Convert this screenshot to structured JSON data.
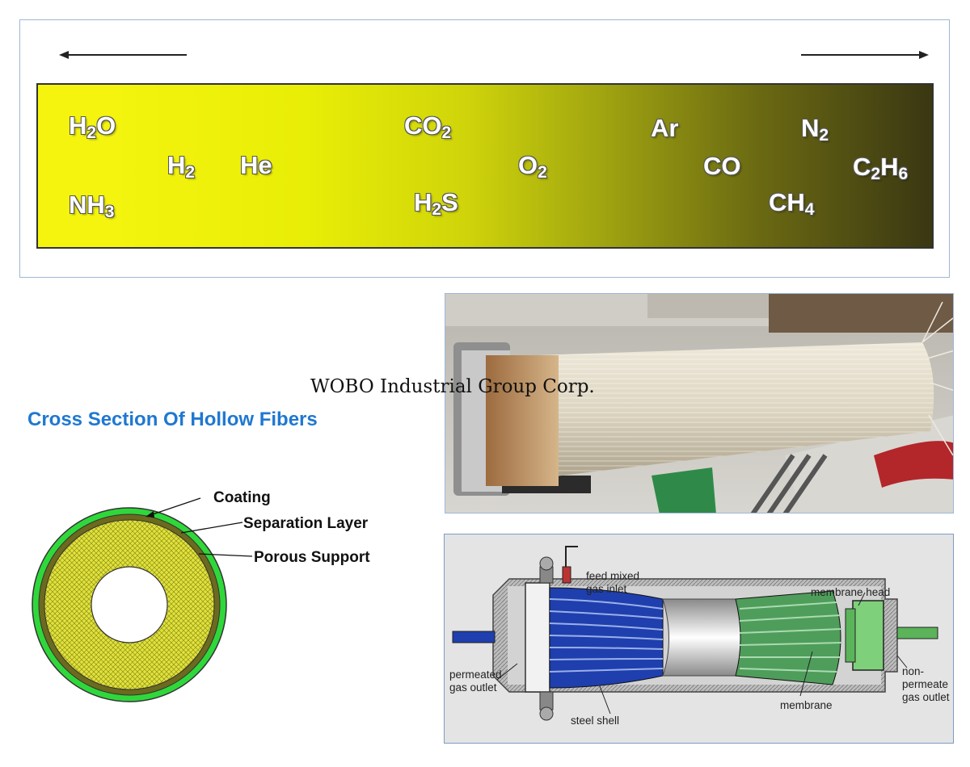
{
  "scale": {
    "gases": [
      {
        "base": "H",
        "sub": "2",
        "tail": "O"
      },
      {
        "base": "NH",
        "sub": "3",
        "tail": ""
      },
      {
        "base": "H",
        "sub": "2",
        "tail": ""
      },
      {
        "base": "He",
        "sub": "",
        "tail": ""
      },
      {
        "base": "CO",
        "sub": "2",
        "tail": ""
      },
      {
        "base": "H",
        "sub": "2",
        "tail": "S"
      },
      {
        "base": "O",
        "sub": "2",
        "tail": ""
      },
      {
        "base": "Ar",
        "sub": "",
        "tail": ""
      },
      {
        "base": "CO",
        "sub": "",
        "tail": ""
      },
      {
        "base": "N",
        "sub": "2",
        "tail": ""
      },
      {
        "base": "CH",
        "sub": "4",
        "tail": ""
      },
      {
        "base": "C",
        "sub": "2",
        "tail": "H",
        "sub2": "6"
      }
    ],
    "colors": {
      "fast": "#f4f40e",
      "slow": "#3a3712"
    }
  },
  "watermark": "WOBO Industrial Group Corp.",
  "cross_section": {
    "title": "Cross Section Of Hollow Fibers",
    "labels": {
      "coating": "Coating",
      "separation": "Separation Layer",
      "porous": "Porous Support"
    },
    "colors": {
      "coating": "#2fd83a",
      "separation": "#6b6a1e",
      "porous": "#e1e23c"
    }
  },
  "module": {
    "labels": {
      "feed": "feed mixed\ngas inlet",
      "head": "membrane head",
      "permeated": "permeated\ngas outlet",
      "nonpermeate": "non-\npermeate\ngas outlet",
      "shell": "steel shell",
      "membrane": "membrane"
    },
    "colors": {
      "blue": "#1f3fae",
      "green": "#4f9d5b",
      "shell": "#9a9a9a"
    }
  }
}
